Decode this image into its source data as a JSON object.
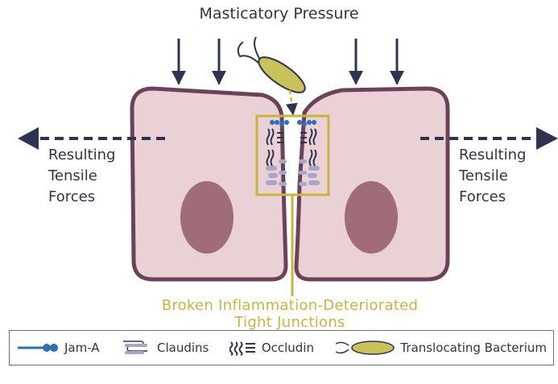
{
  "title": "Masticatory Pressure",
  "tensile_label": {
    "left": [
      "Resulting",
      "Tensile",
      "Forces"
    ],
    "right": [
      "Resulting",
      "Tensile",
      "Forces"
    ]
  },
  "tight_junction_label": [
    "Broken Inflammation-Deteriorated",
    "Tight Junctions"
  ],
  "legend": {
    "jam_a": "Jam-A",
    "claudins": "Claudins",
    "occludin": "Occludin",
    "bacterium": "Translocating Bacterium"
  },
  "colors": {
    "cell_fill": "#e9d1d6",
    "cell_outline": "#6b4358",
    "nucleus": "#a06c78",
    "arrow": "#2f3350",
    "highlight": "#c8b43f",
    "bacterium": "#c9c25a",
    "claudin": "#a7a6c9",
    "occludin": "#2f3350",
    "jam_a": "#2d6fb4"
  },
  "icons": [
    "jam-a-icon",
    "claudin-icon",
    "occludin-icon",
    "bacterium-icon"
  ]
}
